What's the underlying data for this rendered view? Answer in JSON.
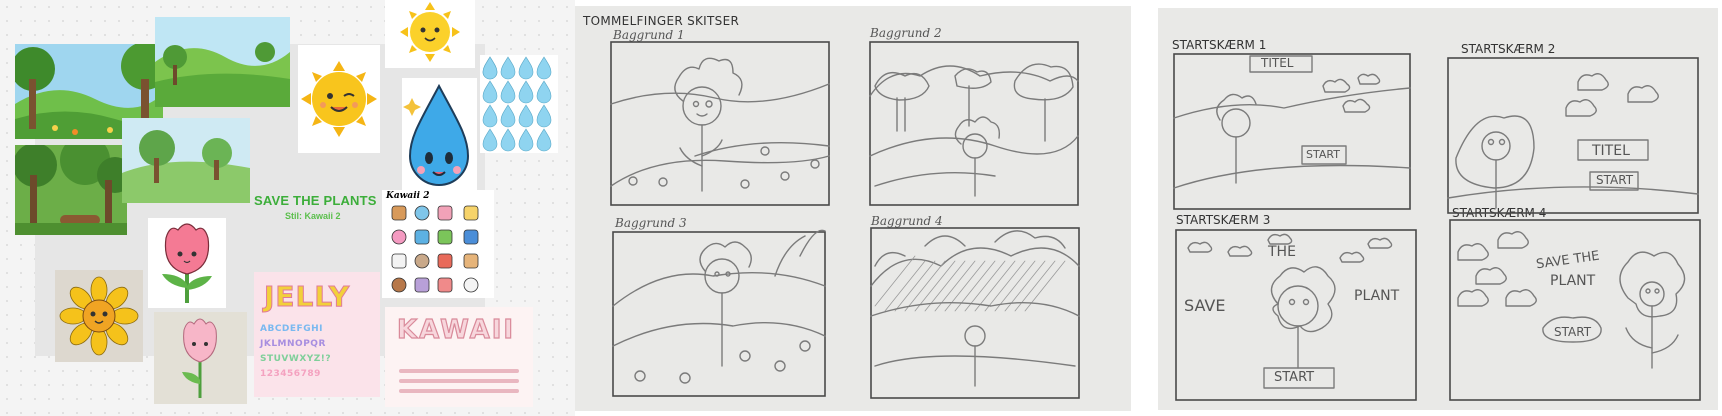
{
  "moodboard": {
    "title": "SAVE THE PLANTS",
    "subtitle": "Stil: Kawaii 2",
    "sticker_sheet_label": "Kawaii 2",
    "font_sample_1": "JELLY",
    "font_sample_1_lines": [
      "ABCDEFGHI",
      "JKLMNOPQR",
      "STUVWXYZ!?",
      "123456789"
    ],
    "font_sample_2": "KAWAII"
  },
  "thumbnails": {
    "header": "TOMMELFINGER SKITSER",
    "frames": [
      "Baggrund 1",
      "Baggrund 2",
      "Baggrund 3",
      "Baggrund 4"
    ]
  },
  "startscreens": {
    "frames": [
      "STARTSKÆRM 1",
      "STARTSKÆRM 2",
      "STARTSKÆRM 3",
      "STARTSKÆRM 4"
    ],
    "labels": {
      "titel": "TITEL",
      "start": "START",
      "the": "THE",
      "save": "SAVE",
      "plant": "PLANT",
      "save_the": "SAVE THE",
      "plant_lower": "PLANT"
    }
  },
  "colors": {
    "title_green": "#3cae3a",
    "sun_yellow": "#f5c518",
    "drop_blue": "#35a7e6",
    "paper": "#e9e9e7"
  }
}
